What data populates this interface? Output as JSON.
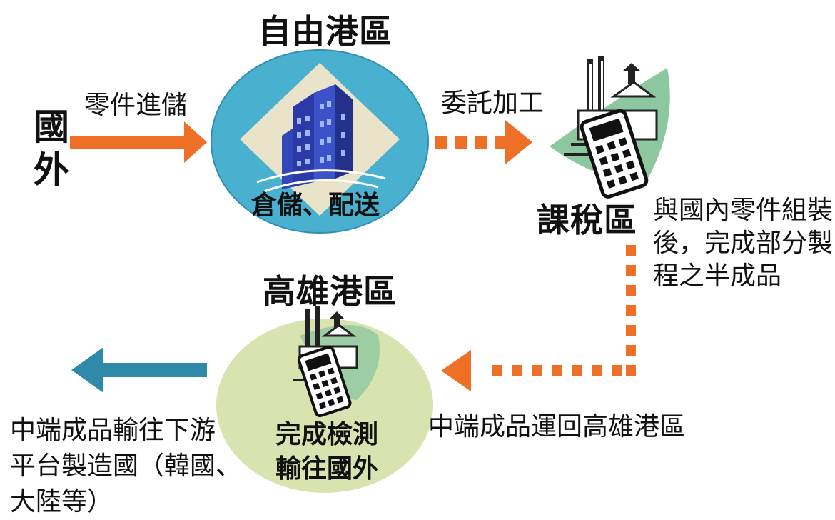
{
  "foreign": {
    "line1": "國",
    "line2": "外"
  },
  "free_trade_zone": {
    "title": "自由港區",
    "caption": "倉儲、配送"
  },
  "bonded_zone": {
    "title": "課稅區",
    "note_lines": [
      "與國內零件組裝",
      "後，完成部分製",
      "程之半成品"
    ]
  },
  "kaohsiung_port": {
    "title": "高雄港區",
    "caption_lines": [
      "完成檢測",
      "輸往國外"
    ]
  },
  "arrows": {
    "parts_storage": "零件進儲",
    "commissioned_processing": "委託加工",
    "return_to_kaohsiung": "中端成品運回高雄港區",
    "export_lines": [
      "中端成品輸往下游",
      "平台製造國（韓國、",
      "大陸等）"
    ]
  },
  "colors": {
    "orange": "#ee7026",
    "teal_arrow": "#2e8aa8",
    "free_zone_circle": "#4ab0cf",
    "kaohsiung_circle": "#d9e3b0",
    "building_blue": "#2b3aa6",
    "wave_green": "#8cc7a0"
  },
  "icons": [
    "office-building-icon",
    "factory-calculator-icon",
    "factory-calculator-icon"
  ]
}
